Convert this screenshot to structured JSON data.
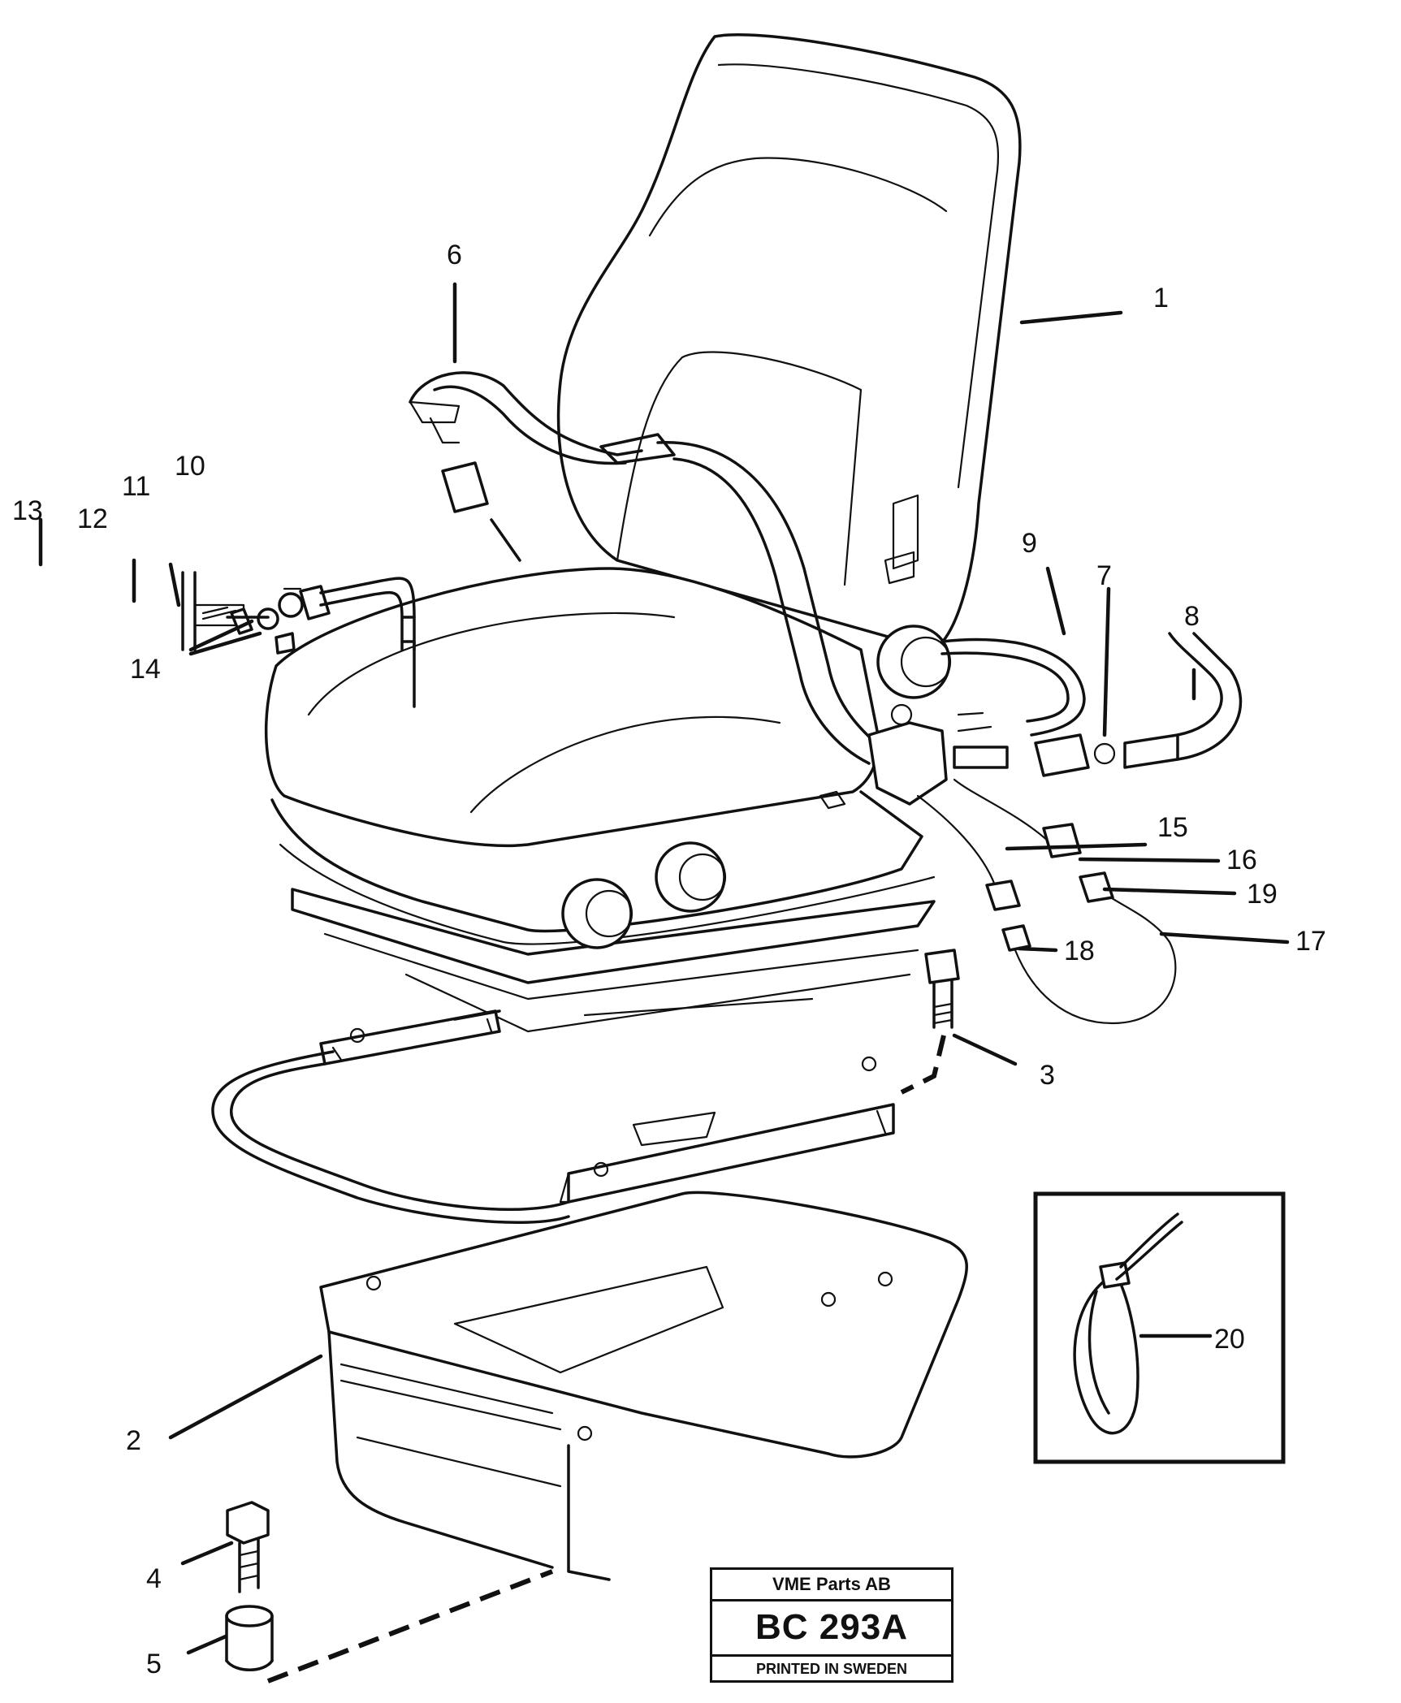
{
  "callouts": {
    "c1": "1",
    "c2": "2",
    "c3": "3",
    "c4": "4",
    "c5": "5",
    "c6": "6",
    "c7": "7",
    "c8": "8",
    "c9": "9",
    "c10": "10",
    "c11": "11",
    "c12": "12",
    "c13": "13",
    "c14": "14",
    "c15": "15",
    "c16": "16",
    "c17": "17",
    "c18": "18",
    "c19": "19",
    "c20": "20"
  },
  "stamp": {
    "company": "VME Parts AB",
    "code": "BC 293A",
    "printed": "PRINTED IN SWEDEN"
  },
  "icons": [
    "seat-assembly",
    "seat-belt",
    "mounting-bracket",
    "cable-tie-detail"
  ]
}
